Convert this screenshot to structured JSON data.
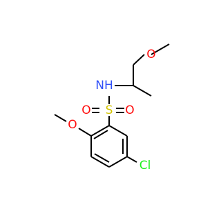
{
  "molecule": {
    "atoms": {
      "o_methoxy_top": "O",
      "n_amine": "NH",
      "s_sulfonyl": "S",
      "o_sulfonyl_left": "O",
      "o_sulfonyl_right": "O",
      "o_methoxy_ring": "O",
      "cl_chloro": "Cl"
    },
    "colors": {
      "oxygen": "#ff0d0d",
      "nitrogen": "#3050f8",
      "sulfur": "#d4c400",
      "chlorine": "#1ff01f",
      "bond": "#000000"
    }
  }
}
